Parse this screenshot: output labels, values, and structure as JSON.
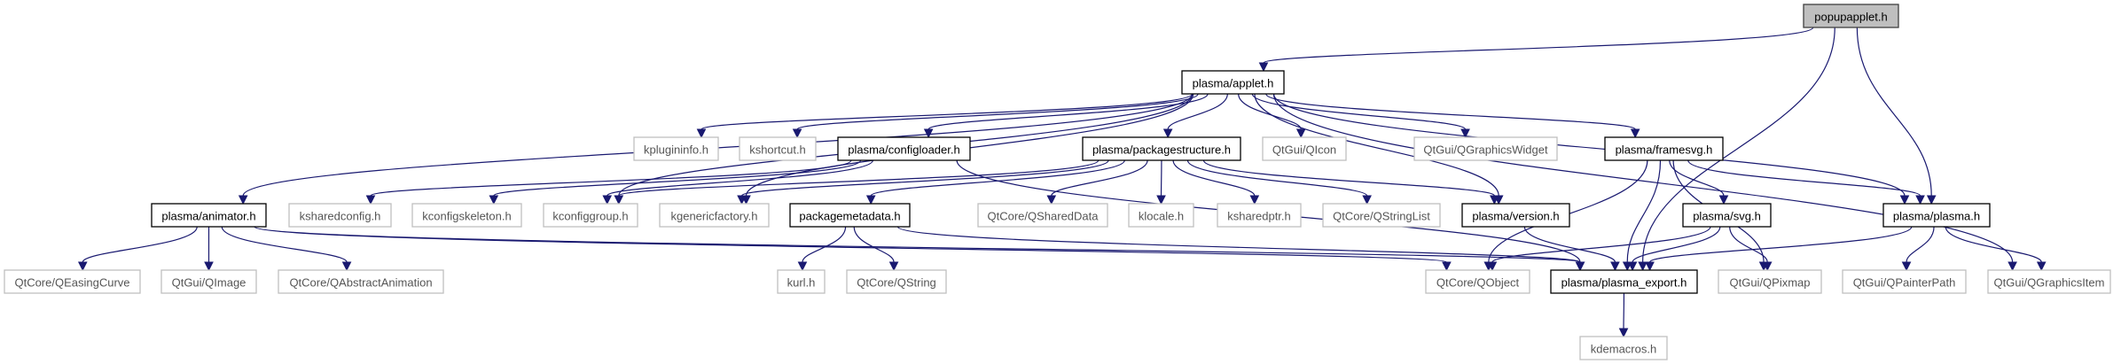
{
  "diagram": {
    "type": "include-dependency-graph",
    "colors": {
      "edge": "#191970",
      "root_fill": "#bfbfbf",
      "root_border": "#404040",
      "documented_border": "#000000",
      "external_border": "#bfbfbf",
      "external_text": "#555555"
    },
    "nodes": [
      {
        "id": "popupapplet",
        "label": "popupapplet.h",
        "kind": "root"
      },
      {
        "id": "applet",
        "label": "plasma/applet.h",
        "kind": "doc"
      },
      {
        "id": "kplugininfo",
        "label": "kplugininfo.h",
        "kind": "ext"
      },
      {
        "id": "kshortcut",
        "label": "kshortcut.h",
        "kind": "ext"
      },
      {
        "id": "configloader",
        "label": "plasma/configloader.h",
        "kind": "doc"
      },
      {
        "id": "packagestructure",
        "label": "plasma/packagestructure.h",
        "kind": "doc"
      },
      {
        "id": "qicon",
        "label": "QtGui/QIcon",
        "kind": "ext"
      },
      {
        "id": "qgraphicswidget",
        "label": "QtGui/QGraphicsWidget",
        "kind": "ext"
      },
      {
        "id": "framesvg",
        "label": "plasma/framesvg.h",
        "kind": "doc"
      },
      {
        "id": "animator",
        "label": "plasma/animator.h",
        "kind": "doc"
      },
      {
        "id": "ksharedconfig",
        "label": "ksharedconfig.h",
        "kind": "ext"
      },
      {
        "id": "kconfigskeleton",
        "label": "kconfigskeleton.h",
        "kind": "ext"
      },
      {
        "id": "kconfiggroup",
        "label": "kconfiggroup.h",
        "kind": "ext"
      },
      {
        "id": "kgenericfactory",
        "label": "kgenericfactory.h",
        "kind": "ext"
      },
      {
        "id": "packagemetadata",
        "label": "packagemetadata.h",
        "kind": "doc"
      },
      {
        "id": "qshareddata",
        "label": "QtCore/QSharedData",
        "kind": "ext"
      },
      {
        "id": "klocale",
        "label": "klocale.h",
        "kind": "ext"
      },
      {
        "id": "ksharedptr",
        "label": "ksharedptr.h",
        "kind": "ext"
      },
      {
        "id": "qstringlist",
        "label": "QtCore/QStringList",
        "kind": "ext"
      },
      {
        "id": "version",
        "label": "plasma/version.h",
        "kind": "doc"
      },
      {
        "id": "svg",
        "label": "plasma/svg.h",
        "kind": "doc"
      },
      {
        "id": "plasma",
        "label": "plasma/plasma.h",
        "kind": "doc"
      },
      {
        "id": "qeasingcurve",
        "label": "QtCore/QEasingCurve",
        "kind": "ext"
      },
      {
        "id": "qimage",
        "label": "QtGui/QImage",
        "kind": "ext"
      },
      {
        "id": "qabstractanimation",
        "label": "QtCore/QAbstractAnimation",
        "kind": "ext"
      },
      {
        "id": "kurl",
        "label": "kurl.h",
        "kind": "ext"
      },
      {
        "id": "qstring",
        "label": "QtCore/QString",
        "kind": "ext"
      },
      {
        "id": "qobject",
        "label": "QtCore/QObject",
        "kind": "ext"
      },
      {
        "id": "plasma_export",
        "label": "plasma/plasma_export.h",
        "kind": "doc"
      },
      {
        "id": "qpixmap",
        "label": "QtGui/QPixmap",
        "kind": "ext"
      },
      {
        "id": "qpainterpath",
        "label": "QtGui/QPainterPath",
        "kind": "ext"
      },
      {
        "id": "qgraphicsitem",
        "label": "QtGui/QGraphicsItem",
        "kind": "ext"
      },
      {
        "id": "kdemacros",
        "label": "kdemacros.h",
        "kind": "ext"
      }
    ],
    "edges": [
      [
        "popupapplet",
        "applet"
      ],
      [
        "popupapplet",
        "plasma_export"
      ],
      [
        "popupapplet",
        "plasma"
      ],
      [
        "applet",
        "kplugininfo"
      ],
      [
        "applet",
        "kshortcut"
      ],
      [
        "applet",
        "configloader"
      ],
      [
        "applet",
        "packagestructure"
      ],
      [
        "applet",
        "qicon"
      ],
      [
        "applet",
        "qgraphicswidget"
      ],
      [
        "applet",
        "framesvg"
      ],
      [
        "applet",
        "animator"
      ],
      [
        "applet",
        "kconfiggroup"
      ],
      [
        "applet",
        "kgenericfactory"
      ],
      [
        "applet",
        "version"
      ],
      [
        "applet",
        "plasma"
      ],
      [
        "applet",
        "qgraphicsitem"
      ],
      [
        "configloader",
        "ksharedconfig"
      ],
      [
        "configloader",
        "kconfigskeleton"
      ],
      [
        "configloader",
        "kconfiggroup"
      ],
      [
        "configloader",
        "plasma_export"
      ],
      [
        "packagestructure",
        "kconfiggroup"
      ],
      [
        "packagestructure",
        "kgenericfactory"
      ],
      [
        "packagestructure",
        "packagemetadata"
      ],
      [
        "packagestructure",
        "qshareddata"
      ],
      [
        "packagestructure",
        "klocale"
      ],
      [
        "packagestructure",
        "ksharedptr"
      ],
      [
        "packagestructure",
        "qstringlist"
      ],
      [
        "packagestructure",
        "version"
      ],
      [
        "framesvg",
        "svg"
      ],
      [
        "framesvg",
        "qobject"
      ],
      [
        "framesvg",
        "plasma_export"
      ],
      [
        "framesvg",
        "qpixmap"
      ],
      [
        "framesvg",
        "plasma"
      ],
      [
        "animator",
        "qeasingcurve"
      ],
      [
        "animator",
        "qimage"
      ],
      [
        "animator",
        "qabstractanimation"
      ],
      [
        "animator",
        "qobject"
      ],
      [
        "animator",
        "plasma_export"
      ],
      [
        "packagemetadata",
        "kurl"
      ],
      [
        "packagemetadata",
        "qstring"
      ],
      [
        "packagemetadata",
        "plasma_export"
      ],
      [
        "version",
        "plasma_export"
      ],
      [
        "svg",
        "qobject"
      ],
      [
        "svg",
        "plasma_export"
      ],
      [
        "svg",
        "qpixmap"
      ],
      [
        "plasma",
        "plasma_export"
      ],
      [
        "plasma",
        "qpainterpath"
      ],
      [
        "plasma",
        "qgraphicsitem"
      ],
      [
        "plasma_export",
        "kdemacros"
      ]
    ]
  }
}
